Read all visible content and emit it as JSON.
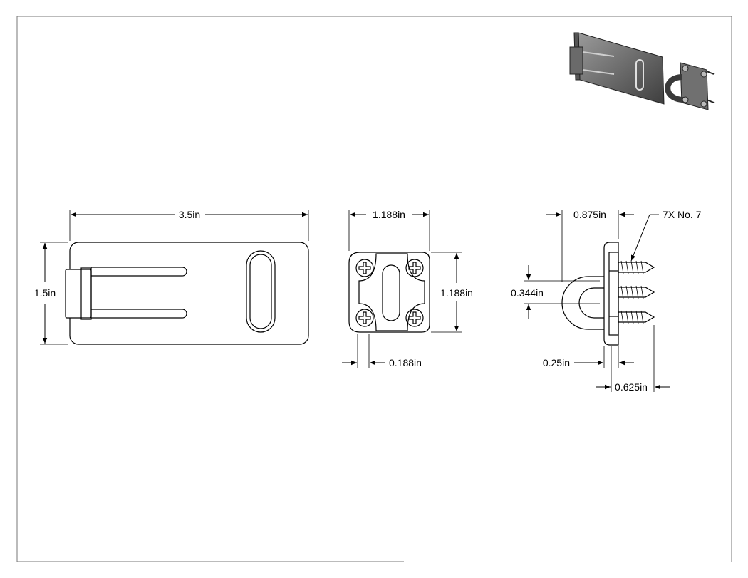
{
  "colors": {
    "frame": "#777777",
    "line": "#000000",
    "iso_dark": "#4a4a4a",
    "iso_light": "#8a8a8a"
  },
  "dimensions": {
    "hasp_length": "3.5in",
    "hasp_width": "1.5in",
    "staple_width": "1.188in",
    "staple_height": "1.188in",
    "staple_edge": "0.188in",
    "side_depth": "0.875in",
    "loop_height": "0.344in",
    "plate_thickness": "0.25in",
    "screw_length": "0.625in"
  },
  "callouts": {
    "screws": "7X No. 7"
  }
}
